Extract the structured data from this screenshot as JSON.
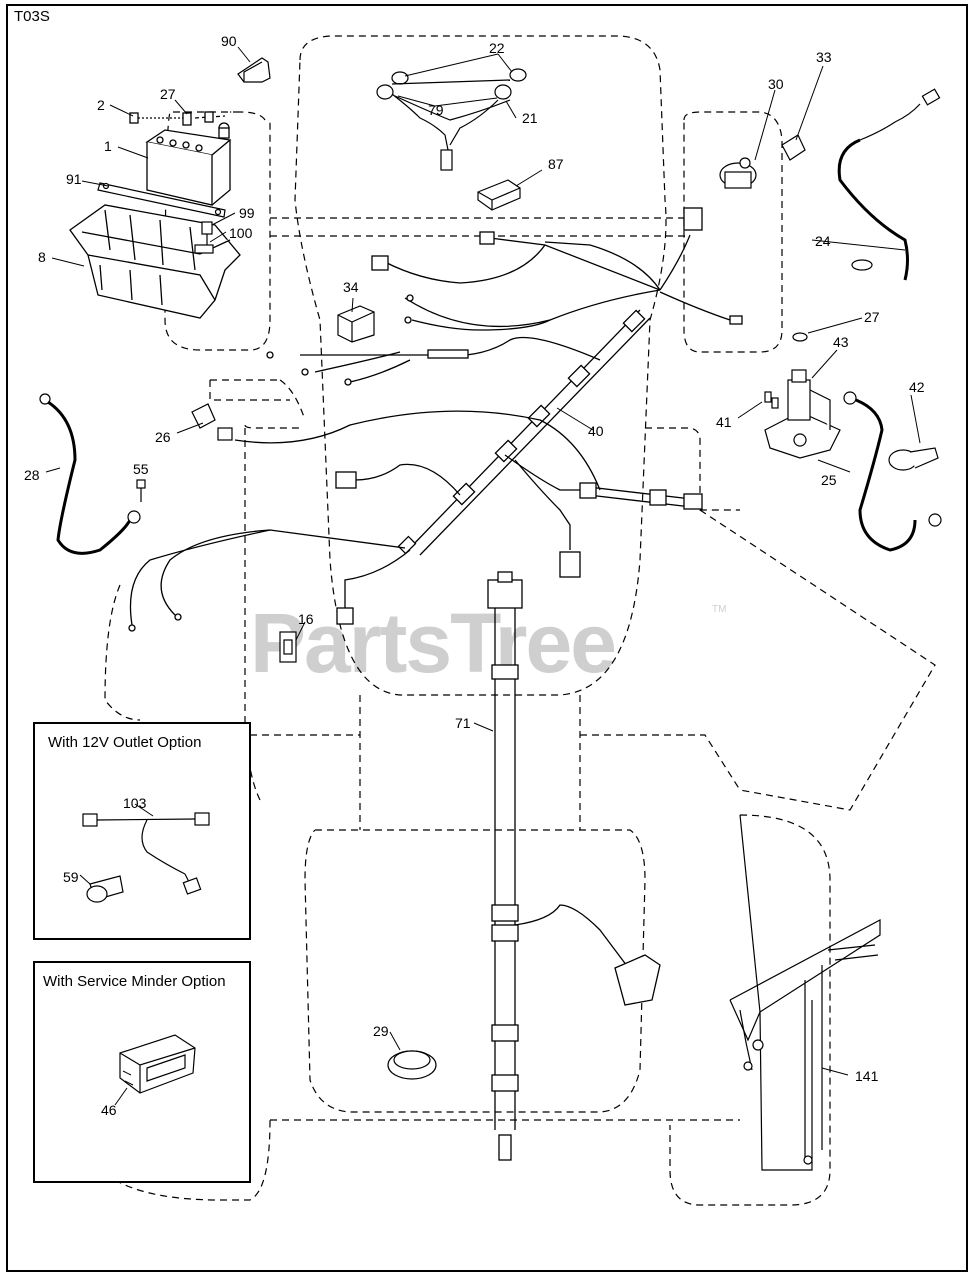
{
  "diagram_code": "T03S",
  "watermark": {
    "text": "PartsTree",
    "mark": "TM"
  },
  "insets": {
    "outlet": {
      "title": "With 12V Outlet Option"
    },
    "service": {
      "title": "With Service Minder Option"
    }
  },
  "callouts": {
    "p1": "1",
    "p2": "2",
    "p8": "8",
    "p16": "16",
    "p21": "21",
    "p22": "22",
    "p24": "24",
    "p25": "25",
    "p26": "26",
    "p27a": "27",
    "p27b": "27",
    "p28": "28",
    "p29": "29",
    "p30": "30",
    "p33": "33",
    "p34": "34",
    "p40": "40",
    "p41": "41",
    "p42": "42",
    "p43": "43",
    "p46": "46",
    "p55": "55",
    "p59": "59",
    "p71": "71",
    "p79": "79",
    "p87": "87",
    "p90": "90",
    "p91": "91",
    "p99": "99",
    "p100": "100",
    "p103": "103",
    "p141": "141"
  }
}
